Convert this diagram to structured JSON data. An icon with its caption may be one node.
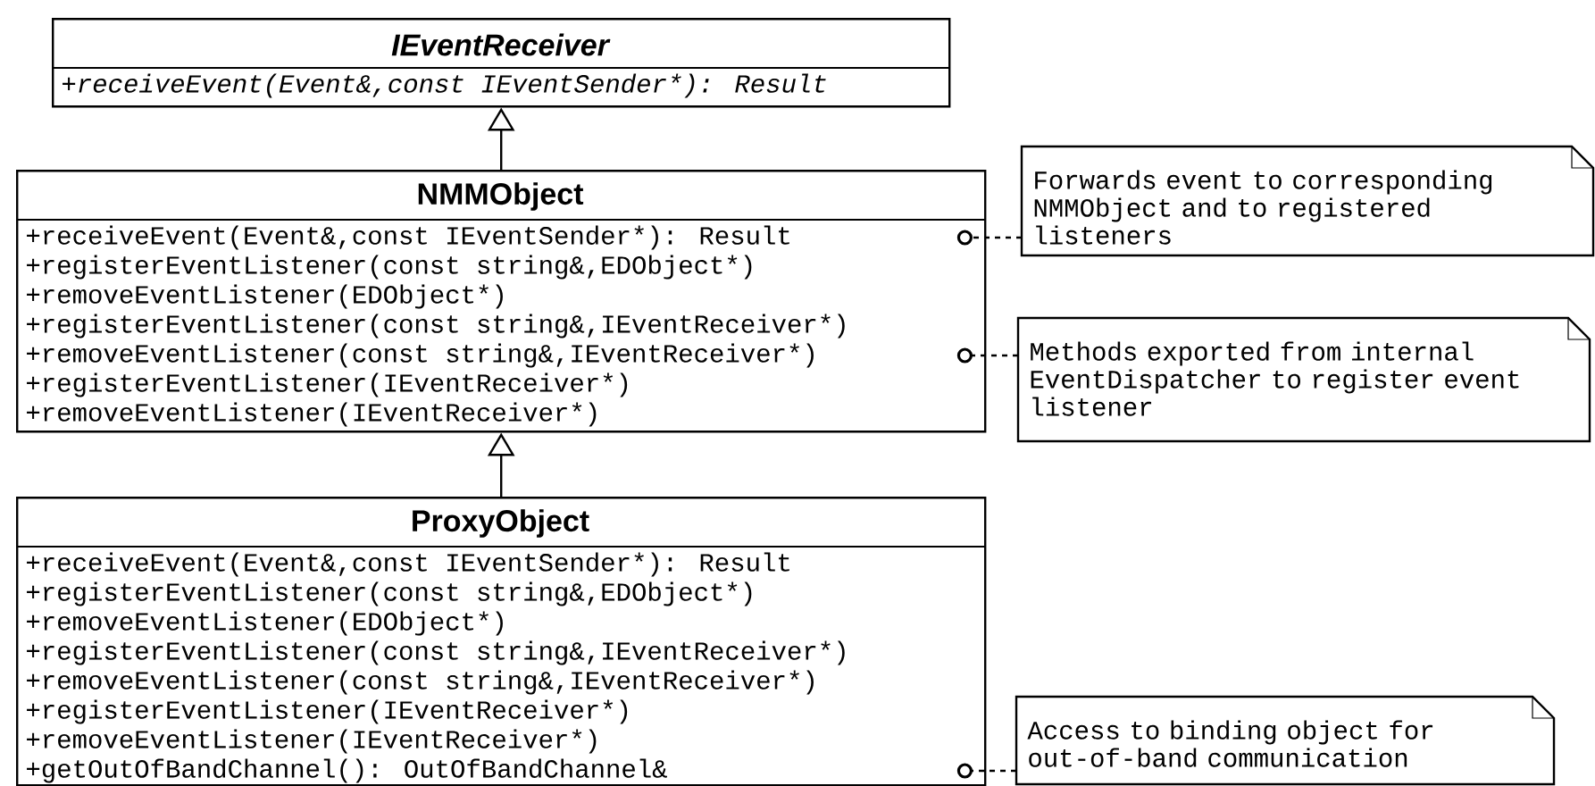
{
  "diagram": {
    "nodes": [
      {
        "text": [
          "IEventReceiver",
          "+receiveEvent(Event&,const IEventSender*): Result"
        ]
      },
      {
        "text": [
          "NMMObject",
          "+receiveEvent(Event&,const IEventSender*): Result",
          "+registerEventListener(const string&,EDObject*)",
          "+removeEventListener(EDObject*)",
          "+registerEventListener(const string&,IEventReceiver*)",
          "+removeEventListener(const string&,IEventReceiver*)",
          "+registerEventListener(IEventReceiver*)",
          "+removeEventListener(IEventReceiver*)"
        ]
      },
      {
        "text": [
          "ProxyObject",
          "+receiveEvent(Event&,const IEventSender*): Result",
          "+registerEventListener(const string&,EDObject*)",
          "+removeEventListener(EDObject*)",
          "+registerEventListener(const string&,IEventReceiver*)",
          "+removeEventListener(const string&,IEventReceiver*)",
          "+registerEventListener(IEventReceiver*)",
          "+removeEventListener(IEventReceiver*)",
          "+getOutOfBandChannel(): OutOfBandChannel&"
        ]
      },
      {
        "text": [
          "Forwards event to corresponding NMMObject and to registered listeners"
        ]
      },
      {
        "text": [
          "Methods exported from internal EventDispatcher to register event listener"
        ]
      },
      {
        "text": [
          "Access to binding object for out-of-band communication"
        ]
      }
    ],
    "edges": [
      {
        "from": 1,
        "to": 0,
        "arrow": "to"
      },
      {
        "from": 2,
        "to": 1,
        "arrow": "to"
      },
      {
        "from": 3,
        "to": 1,
        "arrow": "other",
        "style": "dashed"
      },
      {
        "from": 4,
        "to": 1,
        "arrow": "other",
        "style": "dashed"
      },
      {
        "from": 5,
        "to": 2,
        "arrow": "other",
        "style": "dashed"
      }
    ]
  }
}
